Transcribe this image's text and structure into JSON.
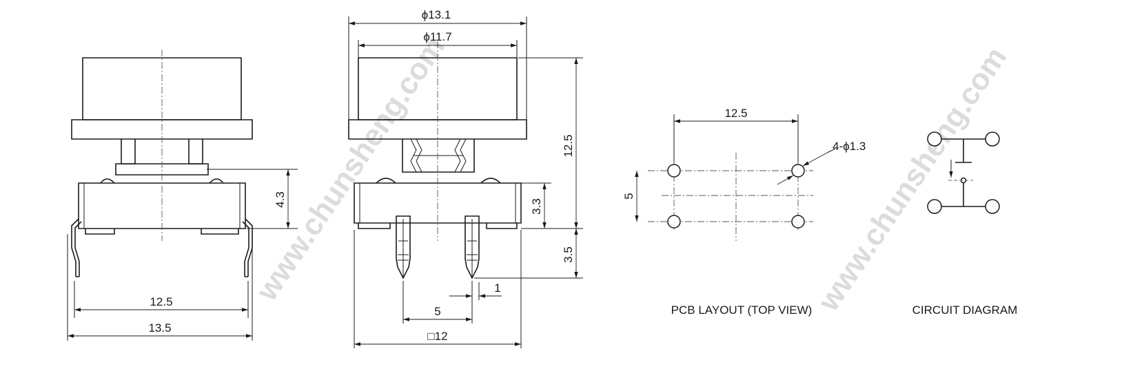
{
  "watermark": {
    "text": "www.chunsheng.com",
    "color": "#dcdcdc"
  },
  "front_view": {
    "dim_lead_width": "12.5",
    "dim_body_width": "13.5",
    "dim_body_height": "4.3"
  },
  "side_view": {
    "dim_cap_outer": "ϕ13.1",
    "dim_cap_inner": "ϕ11.7",
    "dim_total_height": "12.5",
    "dim_body_height": "3.3",
    "dim_pin_length": "3.5",
    "dim_pin_width": "1",
    "dim_pin_pitch": "5",
    "dim_body_square": "□12"
  },
  "pcb_layout": {
    "caption": "PCB LAYOUT (TOP VIEW)",
    "dim_horizontal": "12.5",
    "dim_vertical": "5",
    "dim_holes": "4-ϕ1.3"
  },
  "circuit": {
    "caption": "CIRCUIT DIAGRAM"
  }
}
